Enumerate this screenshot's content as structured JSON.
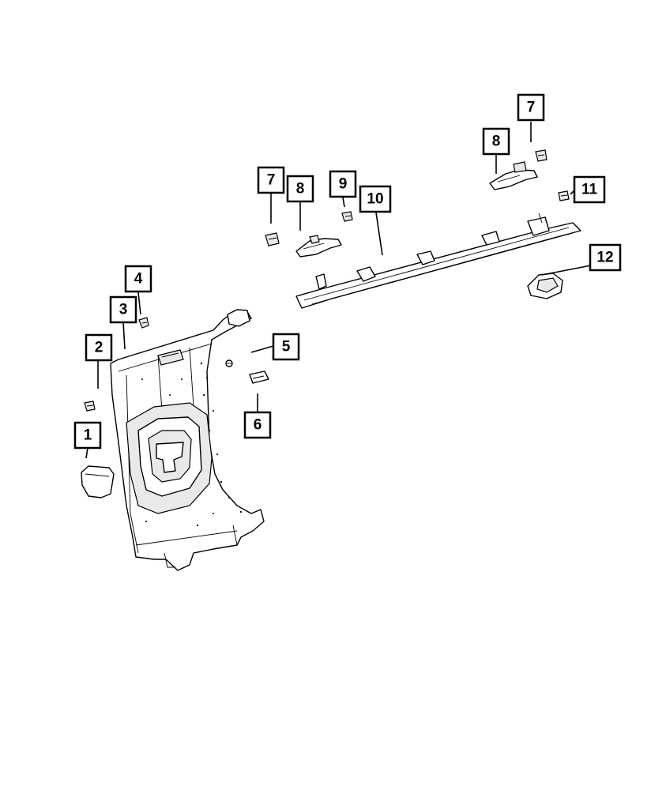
{
  "diagram": {
    "callouts": [
      {
        "id": "c1",
        "label": "1"
      },
      {
        "id": "c2",
        "label": "2"
      },
      {
        "id": "c3",
        "label": "3"
      },
      {
        "id": "c4",
        "label": "4"
      },
      {
        "id": "c5",
        "label": "5"
      },
      {
        "id": "c6",
        "label": "6"
      },
      {
        "id": "c7a",
        "label": "7"
      },
      {
        "id": "c8a",
        "label": "8"
      },
      {
        "id": "c9",
        "label": "9"
      },
      {
        "id": "c10",
        "label": "10"
      },
      {
        "id": "c7b",
        "label": "7"
      },
      {
        "id": "c8b",
        "label": "8"
      },
      {
        "id": "c11",
        "label": "11"
      },
      {
        "id": "c12",
        "label": "12"
      }
    ]
  }
}
